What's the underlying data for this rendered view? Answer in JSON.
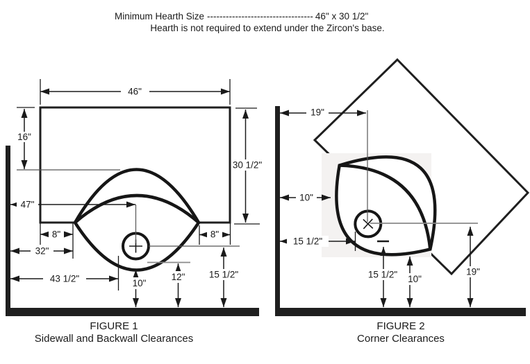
{
  "header": {
    "title": "Minimum Hearth Size",
    "dashes": "----------------------------------",
    "size_value": "46\" x 30 1/2\"",
    "note": "Hearth is not required to extend under the Zircon's base."
  },
  "figure1": {
    "title": "FIGURE 1",
    "subtitle": "Sidewall and Backwall Clearances",
    "dims": {
      "hearth_width": "46\"",
      "stove_top_to_hearth_top": "16\"",
      "hearth_depth": "30 1/2\"",
      "sidewall_to_flue_center": "47\"",
      "hearth_overhang_left": "8\"",
      "hearth_overhang_right": "8\"",
      "sidewall_to_stove_side": "32\"",
      "sidewall_to_stove_front": "43 1/2\"",
      "stove_back_to_backwall": "10\"",
      "ashlip_to_backwall": "12\"",
      "flue_center_to_backwall": "15 1/2\""
    }
  },
  "figure2": {
    "title": "FIGURE 2",
    "subtitle": "Corner Clearances",
    "dims": {
      "wall_to_flue_center": "19\"",
      "wall_to_stove_side": "10\"",
      "wall_to_stove_front": "15 1/2\"",
      "stove_front_to_wall": "15 1/2\"",
      "stove_back_to_wall": "10\"",
      "flue_center_to_wall": "19\""
    }
  }
}
